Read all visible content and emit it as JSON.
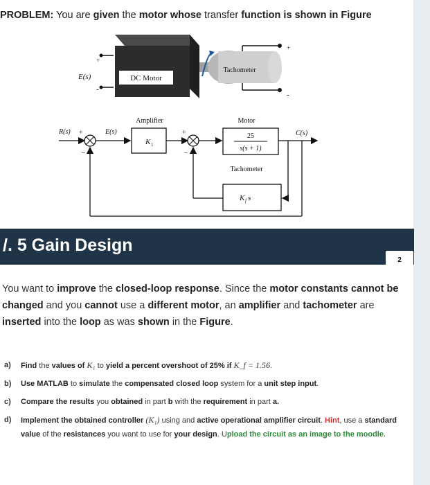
{
  "problem": {
    "prefix": "PROBLEM:",
    "t1": "You are",
    "t2": "given",
    "t3": "the",
    "t4": "motor whose",
    "t5": "transfer",
    "t6": "function is shown in Figure"
  },
  "figure": {
    "dc_motor": "DC Motor",
    "tachometer": "Tachometer",
    "plus": "+",
    "minus": "-",
    "input": "E(s)",
    "block": {
      "r": "R(s)",
      "e": "E(s)",
      "c": "C(s)",
      "plus1": "+",
      "minus1": "–",
      "plus2": "+",
      "minus2": "–",
      "amp_title": "Amplifier",
      "amp_gain": "K",
      "amp_sub": "1",
      "motor_title": "Motor",
      "motor_num": "25",
      "motor_den": "s(s + 1)",
      "tach_title": "Tachometer",
      "tach_gain": "K",
      "tach_sub": "f",
      "tach_s": "s"
    }
  },
  "section": {
    "title": "/. 5 Gain Design",
    "page": "2"
  },
  "intro": {
    "a": "You want to",
    "b": "improve",
    "c": "the",
    "d": "closed-loop response",
    "e": ". Since the",
    "f": "motor constants cannot be changed",
    "g": "and you",
    "h": "cannot",
    "i": "use a",
    "j": "different motor",
    "k": ", an",
    "l": "amplifier",
    "m": "and",
    "n": "tachometer",
    "o": "are",
    "p": "inserted",
    "q": "into the",
    "r": "loop",
    "s": "as was",
    "t": "shown",
    "u": "in the",
    "v": "Figure",
    "w": "."
  },
  "items": [
    {
      "label": "a)",
      "p1": "Find",
      "p2": "the",
      "p3": "values of",
      "k1": "K₁",
      "p4": "to",
      "p5": "yield a",
      "p6": "percent overshoot",
      "p7": "of 25% if",
      "kf": "K_f = 1.56",
      "p8": "."
    },
    {
      "label": "b)",
      "p1": "Use MATLAB",
      "p2": "to",
      "p3": "simulate",
      "p4": "the",
      "p5": "compensated closed loop",
      "p6": "system",
      "p7": "for a",
      "p8": "unit step input",
      "p9": "."
    },
    {
      "label": "c)",
      "p1": "Compare the results",
      "p2": "you",
      "p3": "obtained",
      "p4": "in part",
      "p5": "b",
      "p6": "with the",
      "p7": "requirement",
      "p8": "in part",
      "p9": "a."
    },
    {
      "label": "d)",
      "p1": "Implement the",
      "p2": "obtained",
      "p3": "controller",
      "p4": "(K₁)",
      "p5": "using and",
      "p6": "active operational amplifier circuit",
      "p7": ".",
      "hint": "Hint",
      "p8": ", use a",
      "p9": "standard value",
      "p10": "of the",
      "p11": "resistances",
      "p12": "you want to use for",
      "p13": "your design",
      "p14": ". U",
      "p15": "pload the circuit as an image to the moodle",
      "p16": "."
    }
  ]
}
